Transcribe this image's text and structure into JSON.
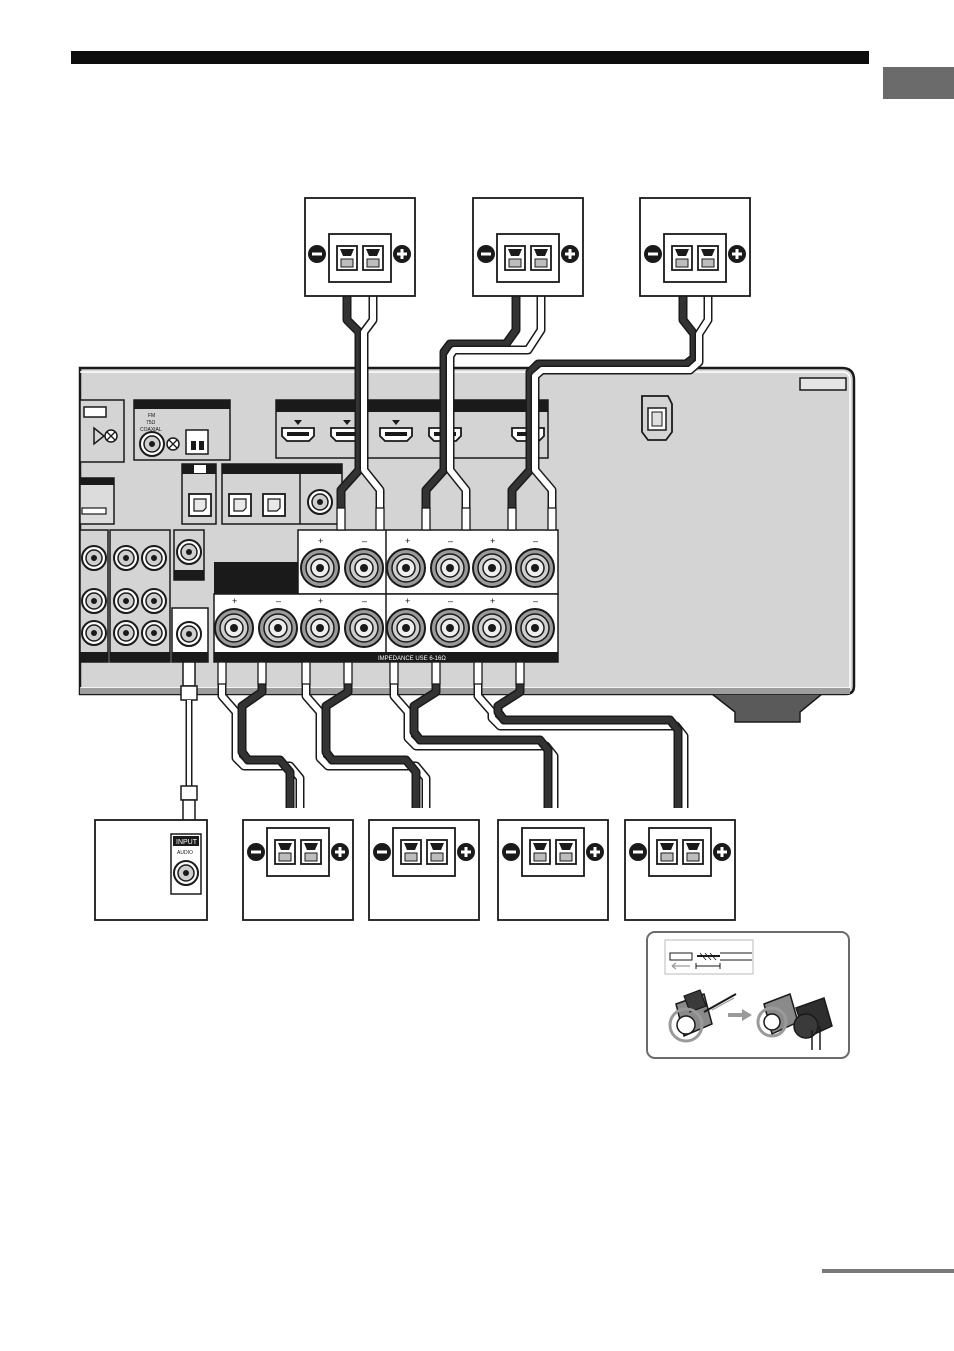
{
  "panel": {
    "antenna_fm": "FM",
    "antenna_ohm": "75Ω",
    "antenna_coaxial": "COAXIAL",
    "impedance_label": "IMPEDANCE USE 6-16Ω",
    "terminal_plus": "+",
    "terminal_minus": "–"
  },
  "subwoofer": {
    "input_label": "INPUT",
    "audio_label": "AUDIO"
  },
  "colors": {
    "panel": "#d3d3d3",
    "cable_dark": "#2b2b2b",
    "cable_light": "#ffffff",
    "title_rule": "#0d0d0d",
    "side_tab": "#6b6b6b"
  },
  "icons": [
    "speaker-minus-icon",
    "speaker-plus-icon",
    "binding-post-icon",
    "hdmi-port-icon",
    "optical-port-icon",
    "rca-jack-icon",
    "arrow-right-icon"
  ]
}
